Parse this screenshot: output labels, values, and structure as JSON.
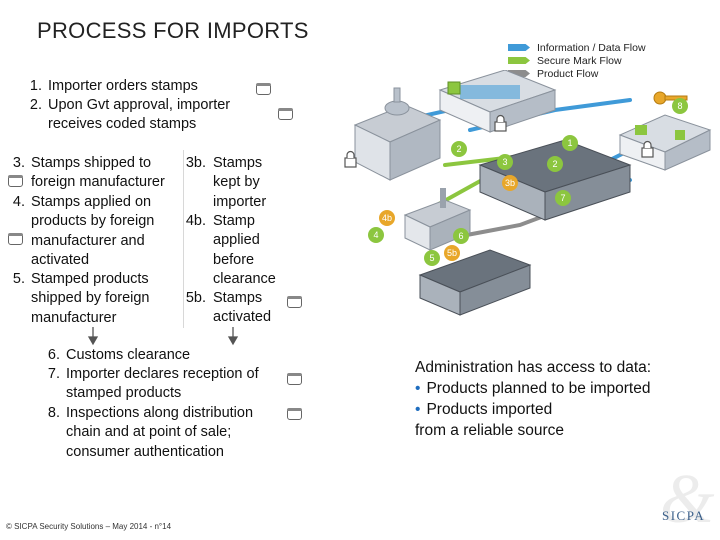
{
  "title": "PROCESS FOR IMPORTS",
  "legend": [
    {
      "label": "Information / Data Flow",
      "color": "#3f9ad8"
    },
    {
      "label": "Secure Mark Flow",
      "color": "#8cc63f"
    },
    {
      "label": "Product Flow",
      "color": "#8d8d8d"
    }
  ],
  "steps_top": [
    {
      "num": "1.",
      "text": "Importer orders stamps"
    },
    {
      "num": "2.",
      "text": "Upon Gvt approval, importer\nreceives coded stamps"
    }
  ],
  "steps_left": [
    {
      "num": "3.",
      "text": "Stamps shipped to\nforeign manufacturer"
    },
    {
      "num": "4.",
      "text": "Stamps applied on\nproducts by foreign\nmanufacturer and\nactivated"
    },
    {
      "num": "5.",
      "text": "Stamped products\nshipped by foreign\nmanufacturer"
    }
  ],
  "steps_mid": [
    {
      "num": "3b.",
      "text": "Stamps\nkept by\nimporter"
    },
    {
      "num": "4b.",
      "text": "Stamp\napplied\nbefore\nclearance"
    },
    {
      "num": "5b.",
      "text": "Stamps\nactivated"
    }
  ],
  "steps_bottom": [
    {
      "num": "6.",
      "text": "Customs clearance"
    },
    {
      "num": "7.",
      "text": "Importer declares reception of\nstamped products"
    },
    {
      "num": "8.",
      "text": "Inspections along distribution\nchain and at point of sale;\nconsumer authentication"
    }
  ],
  "admin": {
    "heading": "Administration has access to data:",
    "bullets": [
      "Products planned to be imported",
      "Products imported"
    ],
    "footer": "from a reliable source",
    "bullet_char": "•"
  },
  "diagram_badges": [
    "1",
    "2",
    "2",
    "3",
    "3b",
    "4",
    "4b",
    "5",
    "5b",
    "6",
    "7",
    "8"
  ],
  "footer_text": "© SICPA Security Solutions – May 2014 - n°14",
  "logo": "SICPA",
  "watermark": "&"
}
